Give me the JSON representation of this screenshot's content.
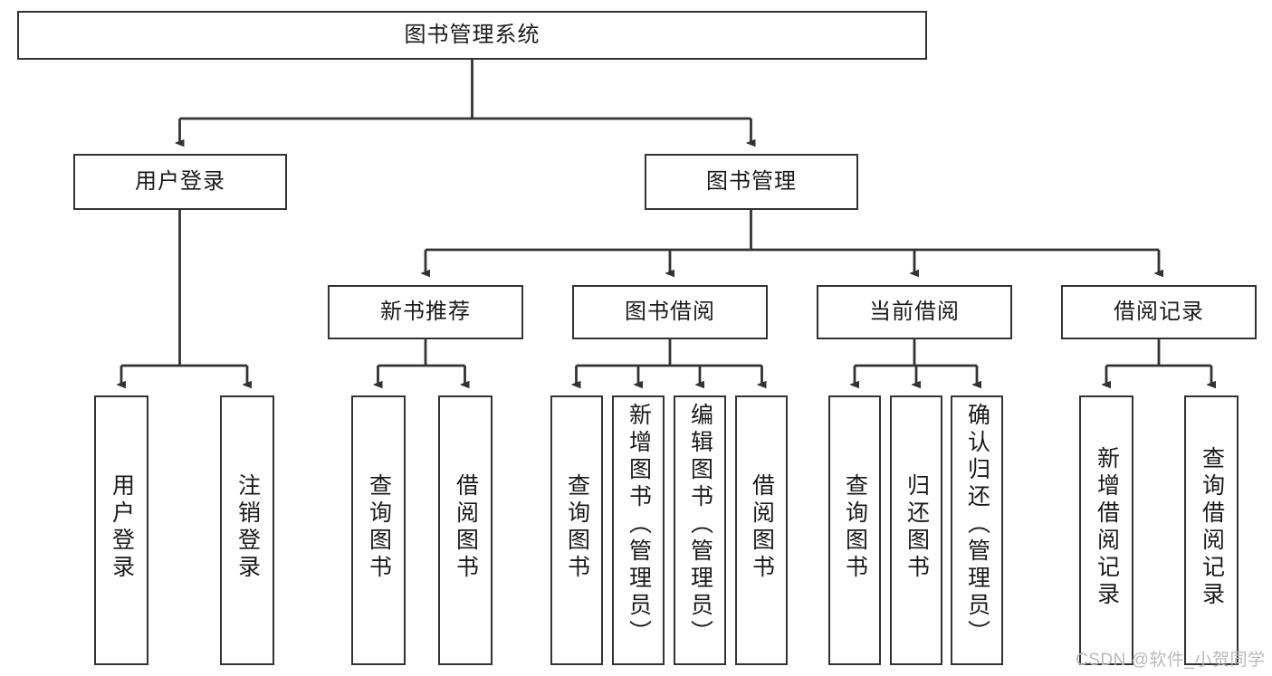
{
  "diagram": {
    "type": "tree-hierarchy",
    "title": "图书管理系统",
    "watermark": "CSDN @软件_小贺同学",
    "colors": {
      "box_border": "#333333",
      "box_fill": "#ffffff",
      "connector": "#333333",
      "text": "#1a1a1a",
      "watermark": "#b9b9b9"
    },
    "root": {
      "id": "root",
      "label": "图书管理系统"
    },
    "level2": [
      {
        "id": "user-login",
        "label": "用户登录"
      },
      {
        "id": "book-management",
        "label": "图书管理"
      }
    ],
    "level3": [
      {
        "id": "new-book-recommend",
        "label": "新书推荐",
        "parent": "book-management"
      },
      {
        "id": "book-borrow",
        "label": "图书借阅",
        "parent": "book-management"
      },
      {
        "id": "current-borrow",
        "label": "当前借阅",
        "parent": "book-management"
      },
      {
        "id": "borrow-record",
        "label": "借阅记录",
        "parent": "book-management"
      }
    ],
    "leaves": [
      {
        "id": "leaf-user-login",
        "label": "用户登录",
        "parent": "user-login"
      },
      {
        "id": "leaf-user-logout",
        "label": "注销登录",
        "parent": "user-login"
      },
      {
        "id": "leaf-query-book-1",
        "label": "查询图书",
        "parent": "new-book-recommend"
      },
      {
        "id": "leaf-borrow-book-1",
        "label": "借阅图书",
        "parent": "new-book-recommend"
      },
      {
        "id": "leaf-query-book-2",
        "label": "查询图书",
        "parent": "book-borrow"
      },
      {
        "id": "leaf-add-book",
        "label": "新增图书（管理员）",
        "parent": "book-borrow"
      },
      {
        "id": "leaf-edit-book",
        "label": "编辑图书（管理员）",
        "parent": "book-borrow"
      },
      {
        "id": "leaf-borrow-book-2",
        "label": "借阅图书",
        "parent": "book-borrow"
      },
      {
        "id": "leaf-query-book-3",
        "label": "查询图书",
        "parent": "current-borrow"
      },
      {
        "id": "leaf-return-book",
        "label": "归还图书",
        "parent": "current-borrow"
      },
      {
        "id": "leaf-confirm-return",
        "label": "确认归还（管理员）",
        "parent": "current-borrow"
      },
      {
        "id": "leaf-add-record",
        "label": "新增借阅记录",
        "parent": "borrow-record"
      },
      {
        "id": "leaf-query-record",
        "label": "查询借阅记录",
        "parent": "borrow-record"
      }
    ]
  }
}
